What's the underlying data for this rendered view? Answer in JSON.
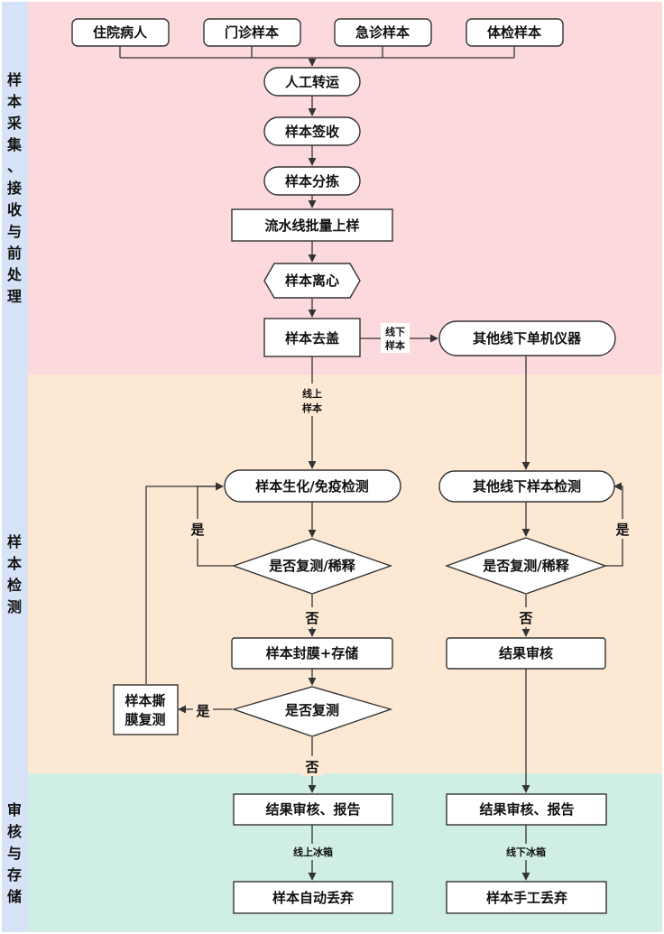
{
  "colors": {
    "lane1": "#fcd9dd",
    "lane2": "#fde8d4",
    "lane3": "#cfeee6",
    "label_col": "#d6e2f6"
  },
  "lanes": {
    "collection": "样本采集、接收与前处理",
    "testing": "样本检测",
    "review_storage": "审核与存储"
  },
  "sources": {
    "inpatient": "住院病人",
    "outpatient": "门诊样本",
    "emergency": "急诊样本",
    "checkup": "体检样本"
  },
  "steps": {
    "manual_transport": "人工转运",
    "sample_receipt": "样本签收",
    "sample_sorting": "样本分拣",
    "pipeline_loading": "流水线批量上样",
    "centrifuge": "样本离心",
    "decap": "样本去盖",
    "other_offline_instruments": "其他线下单机仪器",
    "biochem_immuno_test": "样本生化/免疫检测",
    "other_offline_test": "其他线下样本检测",
    "retest_dilute_left": "是否复测/稀释",
    "retest_dilute_right": "是否复测/稀释",
    "seal_store": "样本封膜+存储",
    "result_review_mid": "结果审核",
    "retest_q": "是否复测",
    "unseal_retest": "样本撕膜复测",
    "review_report_left": "结果审核、报告",
    "review_report_right": "结果审核、报告",
    "auto_discard": "样本自动丢弃",
    "manual_discard": "样本手工丢弃"
  },
  "edge_labels": {
    "offline_sample": "线下样本",
    "online_sample": "线上样本",
    "yes": "是",
    "no": "否",
    "online_fridge": "线上冰箱",
    "offline_fridge": "线下冰箱"
  }
}
